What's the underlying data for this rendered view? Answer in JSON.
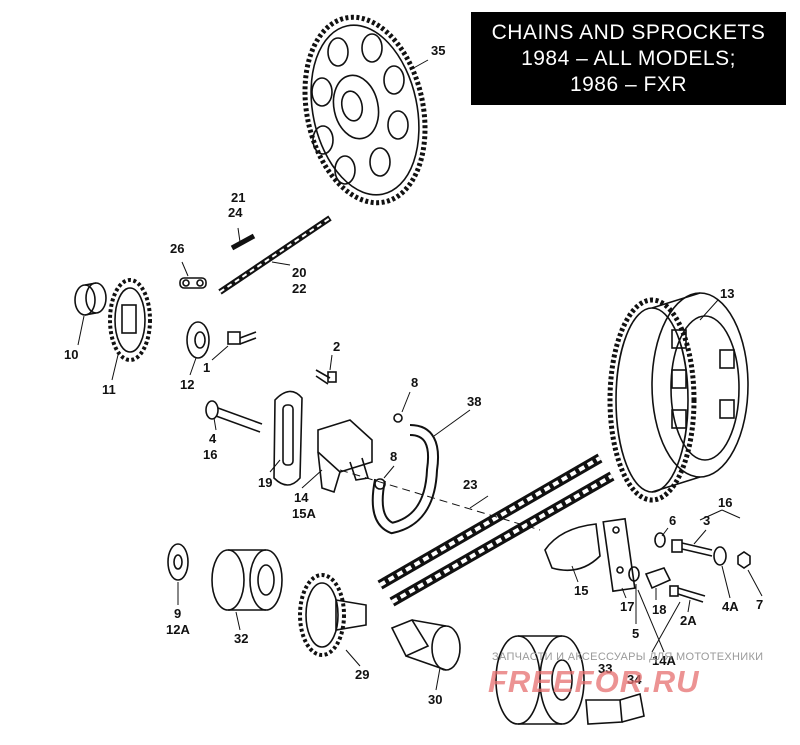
{
  "title": {
    "line1": "CHAINS AND SPROCKETS",
    "line2": "1984 – ALL MODELS;",
    "line3": "1986 – FXR"
  },
  "callouts": {
    "c35": "35",
    "c21": "21",
    "c24": "24",
    "c26": "26",
    "c20": "20",
    "c22": "22",
    "c13": "13",
    "c10": "10",
    "c11": "11",
    "c12": "12",
    "c1": "1",
    "c2": "2",
    "c8a": "8",
    "c38": "38",
    "c4": "4",
    "c16a": "16",
    "c19": "19",
    "c14": "14",
    "c15A": "15A",
    "c8b": "8",
    "c23": "23",
    "c16b": "16",
    "c6": "6",
    "c3": "3",
    "c9": "9",
    "c12A": "12A",
    "c32": "32",
    "c29": "29",
    "c30": "30",
    "c15": "15",
    "c17": "17",
    "c18": "18",
    "c5": "5",
    "c2A": "2A",
    "c4A": "4A",
    "c7": "7",
    "c14A": "14A",
    "c33": "33",
    "c34": "34"
  },
  "watermark": {
    "top": "ЗАПЧАСТИ И АКСЕССУАРЫ ДЛЯ МОТОТЕХНИКИ",
    "main": "FREEFOR.RU"
  }
}
